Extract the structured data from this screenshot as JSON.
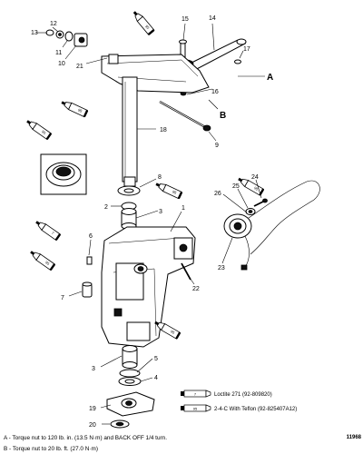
{
  "diagram": {
    "callouts": {
      "c1": "1",
      "c2": "2",
      "c3a": "3",
      "c3b": "3",
      "c4": "4",
      "c5": "5",
      "c6": "6",
      "c7": "7",
      "c8": "8",
      "c9": "9",
      "c10": "10",
      "c11": "11",
      "c12": "12",
      "c13": "13",
      "c14": "14",
      "c15": "15",
      "c16": "16",
      "c17": "17",
      "c18": "18",
      "c19": "19",
      "c20": "20",
      "c21": "21",
      "c22": "22",
      "c23": "23",
      "c24": "24",
      "c25": "25",
      "c26": "26",
      "cA": "A",
      "cB": "B"
    },
    "tube_labels": {
      "t7": "7",
      "t95": "95"
    },
    "legend": {
      "item1_num": "7",
      "item1_text": "Loctite 271 (92-809820)",
      "item2_num": "95",
      "item2_text": "2-4-C With Teflon (92-825407A12)"
    },
    "notes": {
      "a": "A - Torque nut to 120 lb. in. (13.5 N·m) and BACK OFF 1/4 turn.",
      "b": "B - Torque nut to 20 lb. ft. (27.0 N·m)"
    },
    "reference_number": "11968"
  }
}
